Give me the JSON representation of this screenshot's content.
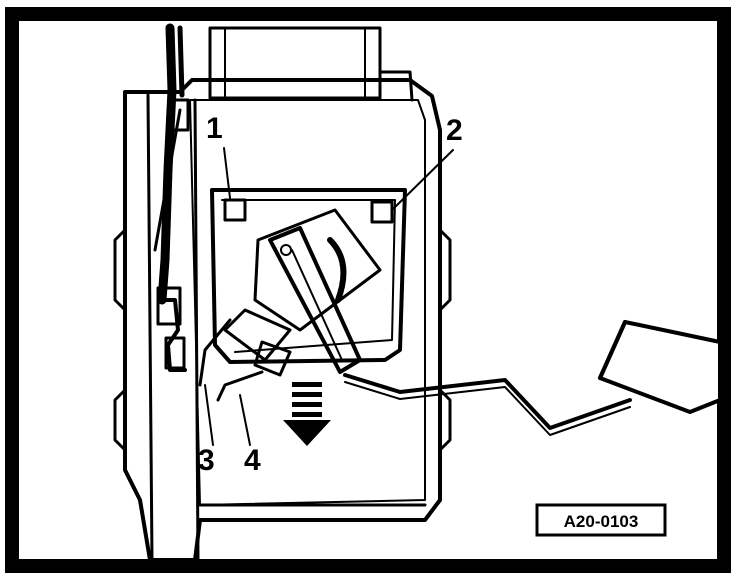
{
  "callouts": [
    "1",
    "2",
    "3",
    "4"
  ],
  "reference_code": "A20-0103",
  "colors": {
    "ink": "#000000",
    "paper": "#ffffff"
  }
}
